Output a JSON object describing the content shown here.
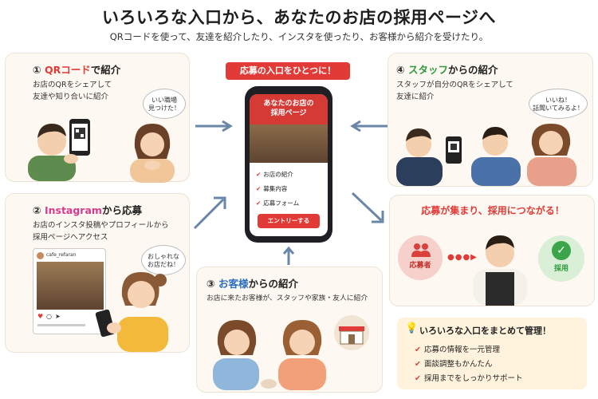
{
  "header": {
    "title": "いろいろな入口から、あなたのお店の採用ページへ",
    "subtitle": "QRコードを使って、友達を紹介したり、インスタを使ったり、お客様から紹介を受けたり。"
  },
  "card_qr": {
    "number": "①",
    "accent": "QRコード",
    "rest": "で紹介",
    "desc_line1": "お店のQRをシェアして",
    "desc_line2": "友達や知り合いに紹介",
    "bubble_line1": "いい職場",
    "bubble_line2": "見つけた！"
  },
  "card_insta": {
    "number": "②",
    "accent": "Instagram",
    "rest": "から応募",
    "desc_line1": "お店のインスタ投稿やプロフィールから",
    "desc_line2": "採用ページへアクセス",
    "post_account": "cafe_refaran",
    "bubble_line1": "おしゃれな",
    "bubble_line2": "お店だね！"
  },
  "card_customer": {
    "number": "③",
    "accent": "お客様",
    "rest": "からの紹介",
    "desc": "お店に来たお客様が、スタッフや家族・友人に紹介"
  },
  "card_staff": {
    "number": "④",
    "accent": "スタッフ",
    "rest": "からの紹介",
    "desc_line1": "スタッフが自分のQRをシェアして",
    "desc_line2": "友達に紹介",
    "bubble_line1": "いいね！",
    "bubble_line2": "話聞いてみるよ！"
  },
  "center": {
    "label": "応募の入口をひとつに！",
    "phone_title_line1": "あなたのお店の",
    "phone_title_line2": "採用ページ",
    "phone_items": [
      "お店の紹介",
      "募集内容",
      "応募フォーム"
    ],
    "entry_button": "エントリーする"
  },
  "result": {
    "title": "応募が集まり、採用につながる！",
    "applicant_label": "応募者",
    "hire_label": "採用"
  },
  "management": {
    "title": "いろいろな入口をまとめて管理！",
    "items": [
      "応募の情報を一元管理",
      "面談調整もかんたん",
      "採用までをしっかりサポート"
    ]
  },
  "colors": {
    "accent_red": "#e23b37",
    "accent_blue": "#2a6fbf",
    "insta": "#d53b8e",
    "staff_green": "#2e9a3b",
    "arrow": "#6a87a8",
    "card_bg": "#fdf8f1"
  }
}
